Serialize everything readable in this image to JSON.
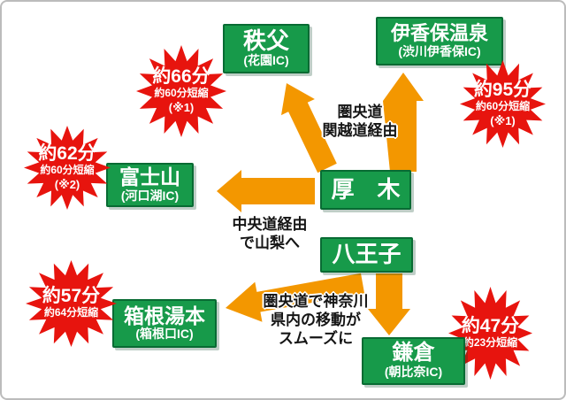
{
  "colors": {
    "node_green": "#179a4a",
    "node_border_green": "#086b33",
    "arrow_orange": "#f39700",
    "badge_red": "#e7140e",
    "text_black": "#151515",
    "background": "#ffffff",
    "frame_gray": "#bcbcbc"
  },
  "nodes": {
    "chichibu": {
      "title": "秩父",
      "subtitle": "(花園IC)"
    },
    "ikaho": {
      "title": "伊香保温泉",
      "subtitle": "(渋川伊香保IC)"
    },
    "fuji": {
      "title": "富士山",
      "subtitle": "(河口湖IC)"
    },
    "atsugi": {
      "title": "厚　木"
    },
    "hachioji": {
      "title": "八王子"
    },
    "hakone": {
      "title": "箱根湯本",
      "subtitle": "(箱根口IC)"
    },
    "kamakura": {
      "title": "鎌倉",
      "subtitle": "(朝比奈IC)"
    }
  },
  "badges": {
    "to_chichibu": {
      "time": "約66分",
      "saving": "約60分短縮",
      "note": "(※1)"
    },
    "to_ikaho": {
      "time": "約95分",
      "saving": "約60分短縮",
      "note": "(※1)"
    },
    "to_fuji": {
      "time": "約62分",
      "saving": "約60分短縮",
      "note": "(※2)"
    },
    "to_hakone": {
      "time": "約57分",
      "saving": "約64分短縮"
    },
    "to_kamakura": {
      "time": "約47分",
      "saving": "約23分短縮"
    }
  },
  "annotations": {
    "via_kanetsu": {
      "line1": "圏央道",
      "line2": "関越道経由"
    },
    "via_chuo": {
      "line1": "中央道経由",
      "line2": "で山梨へ"
    },
    "kanagawa_smooth": {
      "line1": "圏央道で神奈川",
      "line2": "県内の移動が",
      "line3": "スムーズに"
    }
  },
  "connections": [
    {
      "from": "厚木",
      "to": "秩父(花園IC)",
      "label": "圏央道 関越道経由"
    },
    {
      "from": "厚木",
      "to": "伊香保温泉(渋川伊香保IC)",
      "label": "圏央道 関越道経由"
    },
    {
      "from": "厚木",
      "to": "富士山(河口湖IC)",
      "label": "中央道経由で山梨へ"
    },
    {
      "from": "八王子",
      "to": "箱根湯本(箱根口IC)",
      "label": "圏央道で神奈川県内の移動がスムーズに"
    },
    {
      "from": "八王子",
      "to": "鎌倉(朝比奈IC)",
      "label": "圏央道で神奈川県内の移動がスムーズに"
    }
  ]
}
